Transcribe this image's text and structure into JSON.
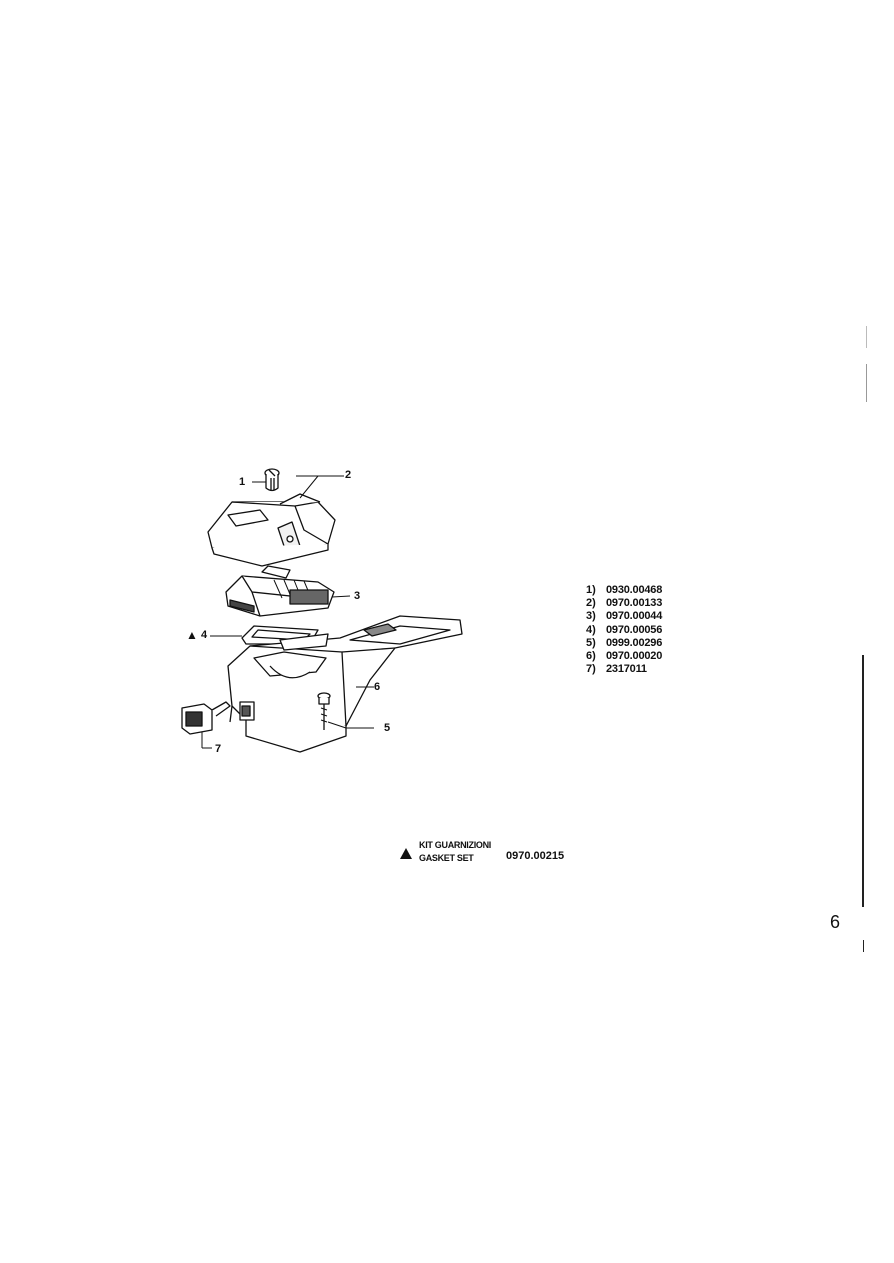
{
  "diagram": {
    "callouts": [
      {
        "label": "1"
      },
      {
        "label": "2"
      },
      {
        "label": "3"
      },
      {
        "label": "4",
        "marker": "▲"
      },
      {
        "label": "5"
      },
      {
        "label": "6"
      },
      {
        "label": "7"
      }
    ]
  },
  "parts_list": [
    {
      "index": "1)",
      "code": "0930.00468"
    },
    {
      "index": "2)",
      "code": "0970.00133"
    },
    {
      "index": "3)",
      "code": "0970.00044"
    },
    {
      "index": "4)",
      "code": "0970.00056"
    },
    {
      "index": "5)",
      "code": "0999.00296"
    },
    {
      "index": "6)",
      "code": "0970.00020"
    },
    {
      "index": "7)",
      "code": "2317011"
    }
  ],
  "gasket_set": {
    "marker": "▲",
    "label_it": "KIT GUARNIZIONI",
    "label_en": "GASKET SET",
    "code": "0970.00215"
  },
  "page_number": "6"
}
